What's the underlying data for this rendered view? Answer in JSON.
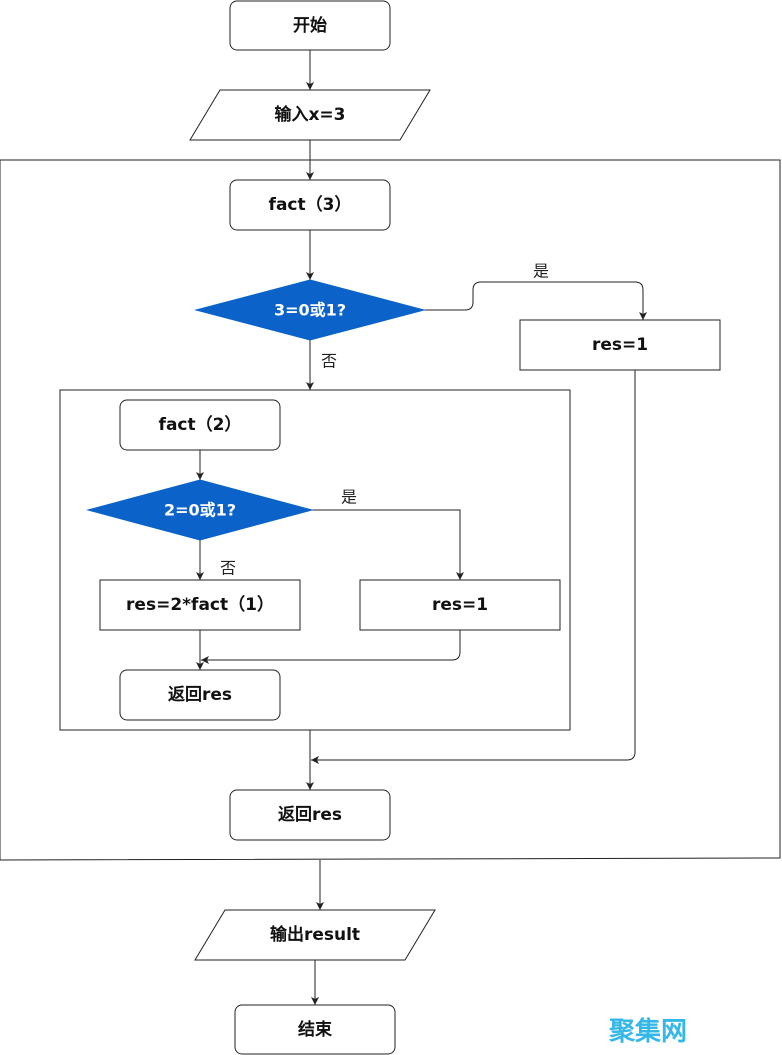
{
  "colors": {
    "stroke": "#222222",
    "decision_fill": "#0b63c9",
    "watermark": "#35b8e8"
  },
  "nodes": {
    "start": "开始",
    "input": "输入x=3",
    "fact3": "fact（3）",
    "decision3": "3=0或1?",
    "res1_outer": "res=1",
    "fact2": "fact（2）",
    "decision2": "2=0或1?",
    "res_calc": "res=2*fact（1）",
    "res1_inner": "res=1",
    "return_inner": "返回res",
    "return_outer": "返回res",
    "output": "输出result",
    "end": "结束"
  },
  "edge_labels": {
    "yes_outer": "是",
    "no_outer": "否",
    "yes_inner": "是",
    "no_inner": "否"
  },
  "watermark": "聚集网"
}
